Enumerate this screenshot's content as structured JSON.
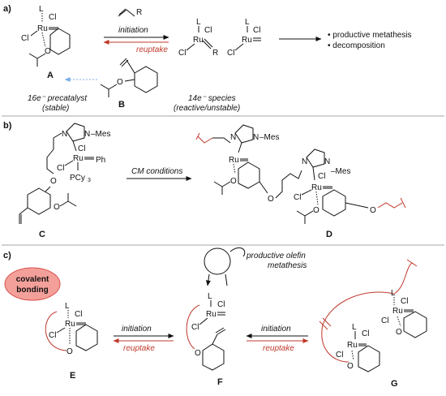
{
  "panels": {
    "a": {
      "label": "a)",
      "labels": {
        "A": "A",
        "B": "B",
        "initiation": "initiation",
        "reuptake": "reuptake",
        "precatalyst_line1": "16e⁻ precatalyst",
        "precatalyst_line2": "(stable)",
        "species_line1": "14e⁻ species",
        "species_line2": "(reactive/unstable)",
        "bullet1": "• productive metathesis",
        "bullet2": "• decomposition"
      },
      "atoms": {
        "L": "L",
        "Cl": "Cl",
        "Ru": "Ru",
        "O": "O",
        "R": "R"
      }
    },
    "b": {
      "label": "b)",
      "labels": {
        "C": "C",
        "D": "D",
        "cm_conditions": "CM conditions"
      },
      "atoms": {
        "N": "N",
        "Mes": "Mes",
        "Ph": "Ph",
        "PCy": "PCy",
        "three": "3",
        "Cl": "Cl",
        "Ru": "Ru",
        "O": "O",
        "Nmes": "–Mes"
      }
    },
    "c": {
      "label": "c)",
      "labels": {
        "E": "E",
        "F": "F",
        "G": "G",
        "initiation": "initiation",
        "reuptake": "reuptake",
        "covalent_line1": "covalent",
        "covalent_line2": "bonding",
        "productive_line1": "productive olefin",
        "productive_line2": "metathesis"
      }
    }
  },
  "colors": {
    "accent_red": "#c0392b",
    "badge_fill": "#f4a09a",
    "badge_stroke": "#d9534f",
    "faint_blue": "#7aaee8",
    "divider": "#888888"
  }
}
